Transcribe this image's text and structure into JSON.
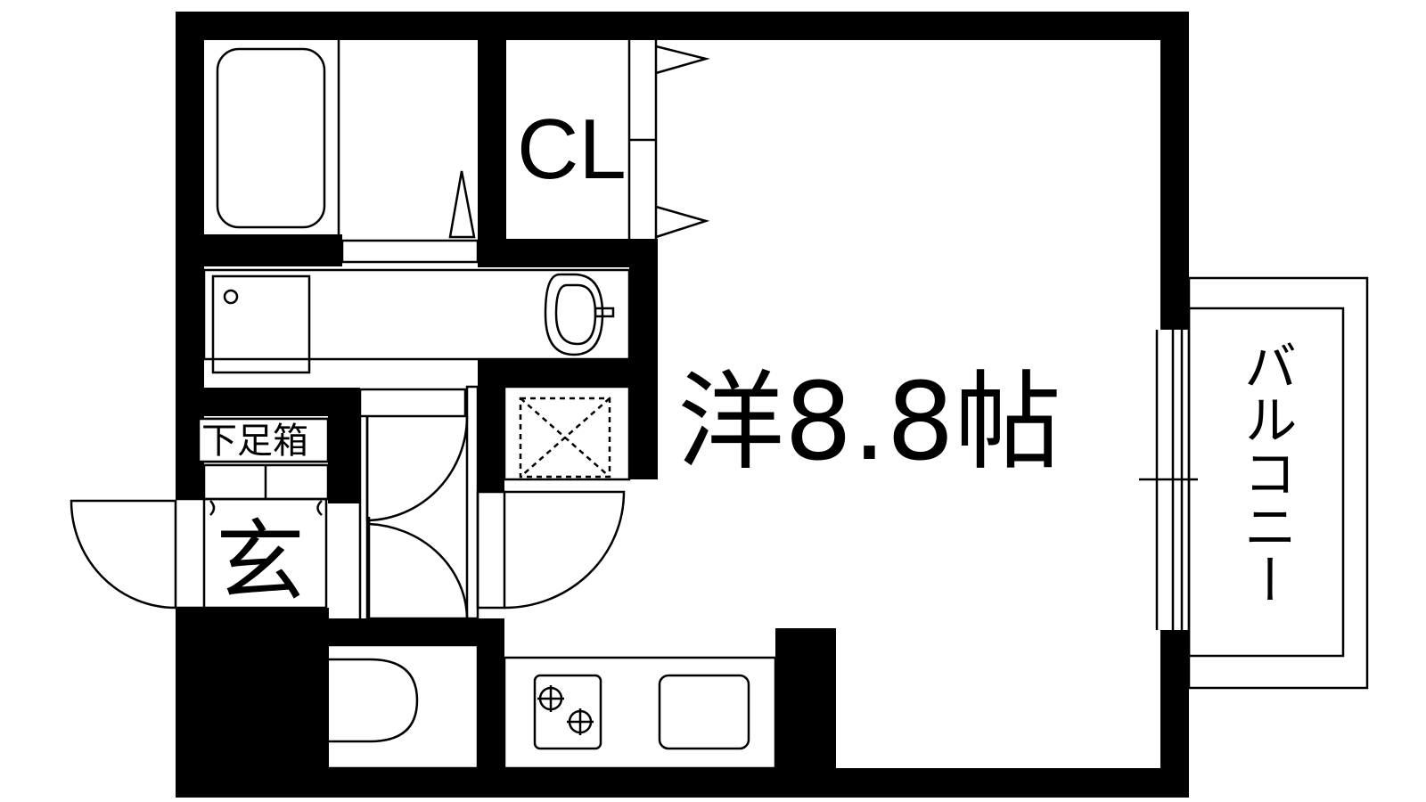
{
  "plan": {
    "closet_label": "CL",
    "room_label": "洋8.8帖",
    "shoe_cabinet_label": "下足箱",
    "entrance_label": "玄",
    "balcony_label": "バルコニー"
  },
  "colors": {
    "wall": "#000000",
    "background": "#ffffff"
  }
}
